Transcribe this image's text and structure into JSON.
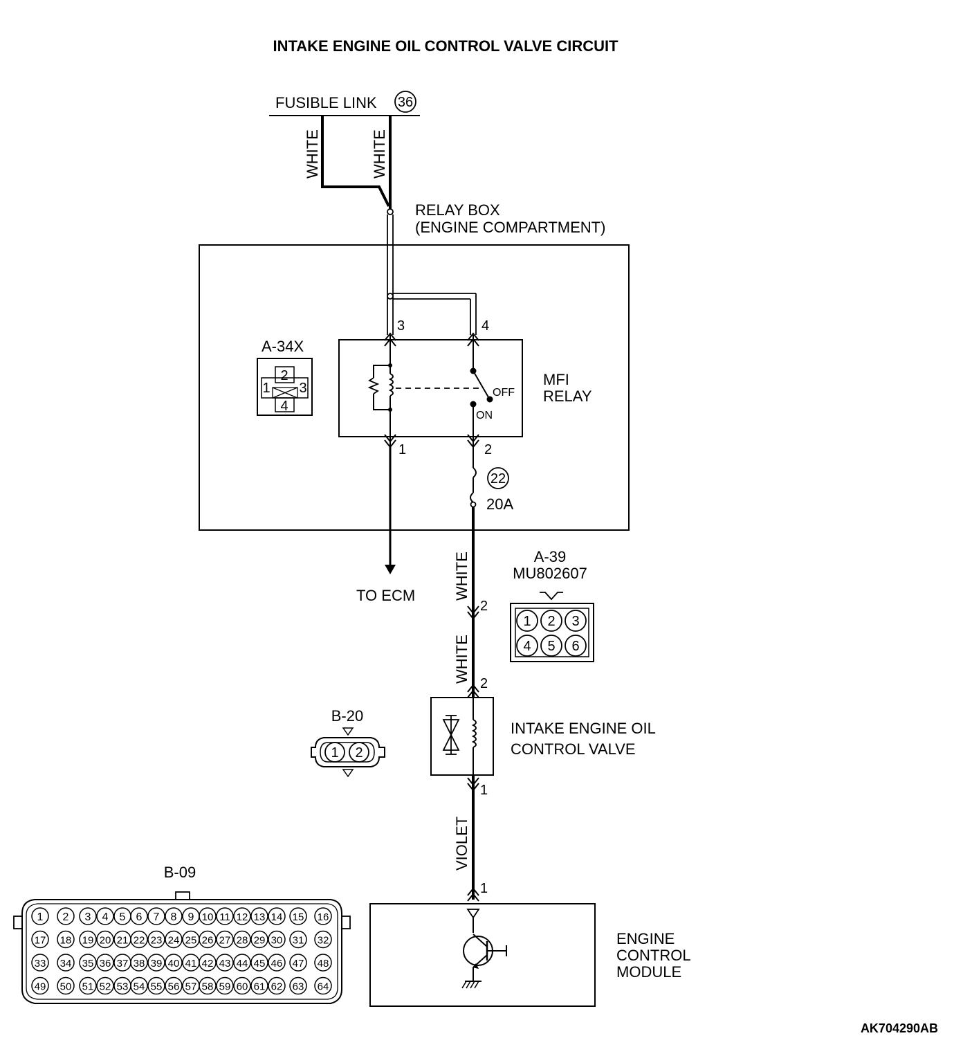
{
  "title": "INTAKE ENGINE OIL CONTROL VALVE CIRCUIT",
  "fusible_link": {
    "label": "FUSIBLE LINK",
    "number": "36"
  },
  "relay_box": {
    "line1": "RELAY BOX",
    "line2": "(ENGINE COMPARTMENT)"
  },
  "relay": {
    "connector": "A-34X",
    "name_line1": "MFI",
    "name_line2": "RELAY",
    "pins": [
      "1",
      "2",
      "3",
      "4"
    ],
    "off_label": "OFF",
    "on_label": "ON"
  },
  "fuse": {
    "number": "22",
    "rating": "20A"
  },
  "to_ecm": "TO ECM",
  "connector_a39": {
    "id": "A-39",
    "part": "MU802607",
    "pins": [
      "1",
      "2",
      "3",
      "4",
      "5",
      "6"
    ]
  },
  "connector_b20": {
    "id": "B-20",
    "pins": [
      "1",
      "2"
    ]
  },
  "connector_b09": {
    "id": "B-09",
    "rows": [
      [
        "1",
        "2",
        "3",
        "4",
        "5",
        "6",
        "7",
        "8",
        "9",
        "10",
        "11",
        "12",
        "13",
        "14",
        "15",
        "16"
      ],
      [
        "17",
        "18",
        "19",
        "20",
        "21",
        "22",
        "23",
        "24",
        "25",
        "26",
        "27",
        "28",
        "29",
        "30",
        "31",
        "32"
      ],
      [
        "33",
        "34",
        "35",
        "36",
        "37",
        "38",
        "39",
        "40",
        "41",
        "42",
        "43",
        "44",
        "45",
        "46",
        "47",
        "48"
      ],
      [
        "49",
        "50",
        "51",
        "52",
        "53",
        "54",
        "55",
        "56",
        "57",
        "58",
        "59",
        "60",
        "61",
        "62",
        "63",
        "64"
      ]
    ]
  },
  "valve": {
    "line1": "INTAKE ENGINE OIL",
    "line2": "CONTROL VALVE"
  },
  "ecm": {
    "line1": "ENGINE",
    "line2": "CONTROL",
    "line3": "MODULE"
  },
  "wire_colors": {
    "white": "WHITE",
    "violet": "VIOLET"
  },
  "pin_labels": {
    "p1": "1",
    "p2": "2",
    "p3": "3",
    "p4": "4"
  },
  "figure_code": "AK704290AB"
}
